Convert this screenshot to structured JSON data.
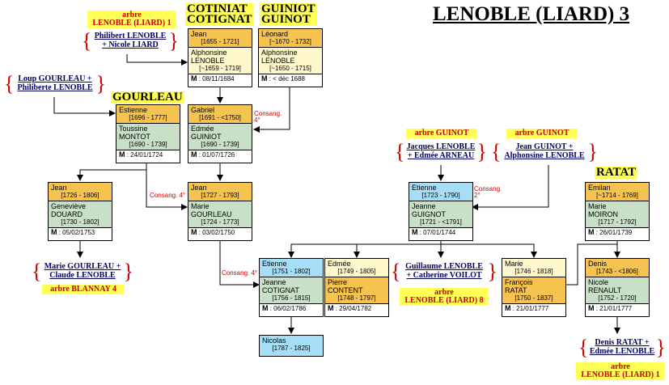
{
  "title": "LENOBLE (LIARD) 3",
  "families": {
    "cotiniat": [
      "COTINIAT",
      "COTIGNAT"
    ],
    "guiniot": [
      "GUINIOT",
      "GUINOT"
    ],
    "gourleau": "GOURLEAU",
    "ratat": "RATAT"
  },
  "tags": {
    "arbre_lenoble_1_top": [
      "arbre",
      "LENOBLE (LIARD) 1"
    ],
    "arbre_guinot_left": "arbre GUINOT",
    "arbre_guinot_right": "arbre GUINOT",
    "arbre_blannay": "arbre BLANNAY 4",
    "arbre_lenoble_8": [
      "arbre",
      "LENOBLE (LIARD) 8"
    ],
    "arbre_lenoble_1_bottom": [
      "arbre",
      "LENOBLE (LIARD) 1"
    ]
  },
  "links": {
    "philibert_nicole": [
      "Philibert LENOBLE",
      "+ Nicole LIARD"
    ],
    "loup_philiberte": [
      "Loup GOURLEAU +",
      "Philiberte LENOBLE"
    ],
    "jacques_edmee": [
      "Jacques LENOBLE",
      "+ Edmée ARNEAU"
    ],
    "jean_alphonsine": [
      "Jean GUINOT +",
      "Alphonsine LENOBLE"
    ],
    "marie_claude": [
      "Marie GOURLEAU +",
      "Claude LENOBLE"
    ],
    "guillaume_catherine": [
      "Guillaume LENOBLE",
      "+ Catherine VOILOT"
    ],
    "denis_edmee": [
      "Denis RATAT +",
      "Edmée LENOBLE"
    ]
  },
  "consang": {
    "c1": [
      "Consang.",
      "4°"
    ],
    "c2": "Consang. 4°",
    "c3": [
      "Consang.",
      "2°"
    ],
    "c4": "Consang. 4°"
  },
  "people": {
    "jean_1655": {
      "name": "Jean",
      "dates": "[1655 - 1721]",
      "spouse": [
        "Alphonsine",
        "LENOBLE"
      ],
      "spouse_dates": "[~1659 - 1719]",
      "marriage": ": 08/11/1684"
    },
    "leonard_1670": {
      "name": "Léonard",
      "dates": "[~1670 - 1732]",
      "spouse": [
        "Alphonsine",
        "LENOBLE"
      ],
      "spouse_dates": "[~1650 - 1715]",
      "marriage": ": < déc 1688"
    },
    "estienne_1696": {
      "name": "Estienne",
      "dates": "[1696 - 1777]",
      "spouse": [
        "Toussine",
        "MONTOT"
      ],
      "spouse_dates": "[1690 - 1739]",
      "marriage": ": 24/01/1724"
    },
    "gabriel_1691": {
      "name": "Gabriel",
      "dates": "[1691 - <1750]",
      "spouse": [
        "Edmée",
        "GUINIOT"
      ],
      "spouse_dates": "[1690 - 1739]",
      "marriage": ": 01/07/1726"
    },
    "jean_1726": {
      "name": "Jean",
      "dates": "[1726 - 1806]",
      "spouse": [
        "Geneviève",
        "DOUARD"
      ],
      "spouse_dates": "[1730 - 1802]",
      "marriage": ": 05/02/1753"
    },
    "jean_1727": {
      "name": "Jean",
      "dates": "[1727 - 1793]",
      "spouse": [
        "Marie",
        "GOURLEAU"
      ],
      "spouse_dates": "[1724 - 1773]",
      "marriage": ": 03/02/1750"
    },
    "etienne_1723": {
      "name": "Etienne",
      "dates": "[1723 - 1790]",
      "spouse": [
        "Jeanne",
        "GUIGNOT"
      ],
      "spouse_dates": "[1721 - <1791]",
      "marriage": ": 07/01/1744"
    },
    "emilan_1714": {
      "name": "Emilan",
      "dates": "[~1714 - 1769]",
      "spouse": [
        "Marie",
        "MOIRON"
      ],
      "spouse_dates": "[1717 - 1792]",
      "marriage": ": 26/01/1739"
    },
    "etienne_1751": {
      "name": "Etienne",
      "dates": "[1751 - 1802]",
      "spouse": [
        "Jeanne",
        "COTIGNAT"
      ],
      "spouse_dates": "[1756 - 1815]",
      "marriage": ": 06/02/1786"
    },
    "edmee_1749": {
      "name": "Edmée",
      "dates": "[1749 - 1805]",
      "spouse": [
        "Pierre",
        "CONTENT"
      ],
      "spouse_dates": "[1748 - 1797]",
      "marriage": ": 29/04/1782"
    },
    "marie_1746": {
      "name": "Marie",
      "dates": "[1746 - 1818]",
      "spouse": [
        "François",
        "RATAT"
      ],
      "spouse_dates": "[1750 - 1837]",
      "marriage": ": 21/01/1777"
    },
    "denis_1743": {
      "name": "Denis",
      "dates": "[1743 - <1806]",
      "spouse": [
        "Nicole",
        "RENAULT"
      ],
      "spouse_dates": "[1752 - 1720]",
      "marriage": ": 21/01/1777"
    },
    "nicolas_1787": {
      "name": "Nicolas",
      "dates": "[1787 - 1825]"
    }
  },
  "marriage_prefix": "M",
  "colors": {
    "orange": "#f6c350",
    "yellow": "#fff8cc",
    "green": "#c8e0c8",
    "blue": "#a6def7",
    "red": "#cc0000",
    "link": "#000066",
    "highlight": "#ffff55"
  }
}
